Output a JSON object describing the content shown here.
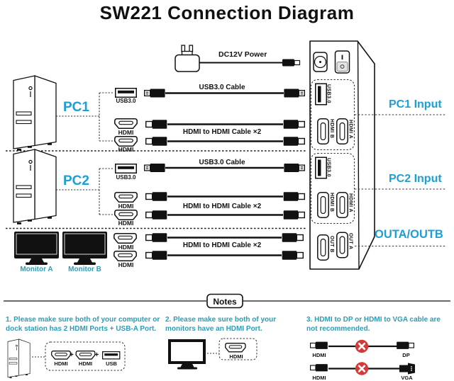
{
  "title": "SW221 Connection Diagram",
  "power": {
    "label": "DC12V Power"
  },
  "pc1": {
    "label": "PC1",
    "usb_port": "USB3.0",
    "hdmi_port_1": "HDMI",
    "hdmi_port_2": "HDMI"
  },
  "pc2": {
    "label": "PC2",
    "usb_port": "USB3.0",
    "hdmi_port_1": "HDMI",
    "hdmi_port_2": "HDMI"
  },
  "monitors": {
    "monitor_a": "Monitor A",
    "monitor_b": "Monitor B",
    "hdmi_port_1": "HDMI",
    "hdmi_port_2": "HDMI"
  },
  "cables": {
    "pc1_usb": "USB3.0 Cable",
    "pc1_hdmi": "HDMI to HDMI Cable ×2",
    "pc2_usb": "USB3.0 Cable",
    "pc2_hdmi": "HDMI to HDMI Cable ×2",
    "out_hdmi": "HDMI to HDMI Cable ×2"
  },
  "switch": {
    "pc1_input_label": "PC1 Input",
    "pc2_input_label": "PC2 Input",
    "out_label": "OUTA/OUTB",
    "pc1_ports": {
      "usb": "USB3.0",
      "hdmi_b": "HDMI B",
      "hdmi_a": "HDMI A"
    },
    "pc2_ports": {
      "usb": "USB3.0",
      "hdmi_b": "HDMI B",
      "hdmi_a": "HDMI A"
    },
    "out_ports": {
      "out_b": "OUT B",
      "out_a": "OUT A"
    }
  },
  "notes": {
    "header": "Notes",
    "note1": "1. Please make sure both of your computer or dock station has 2 HDMI Ports + USB-A Port.",
    "note2": "2. Please make sure both of your monitors have an HDMI Port.",
    "note3": "3. HDMI to DP or HDMI to VGA cable are not recommended.",
    "note1_ports": {
      "hdmi_1": "HDMI",
      "plus_1": "+",
      "hdmi_2": "HDMI",
      "plus_2": "+",
      "usb": "USB"
    },
    "note2_port": "HDMI",
    "bad_cable_1": {
      "left": "HDMI",
      "right": "DP"
    },
    "bad_cable_2": {
      "left": "HDMI",
      "right": "VGA"
    }
  },
  "colors": {
    "accent_blue": "#1e9fd4",
    "note_teal": "#2e9cb5",
    "error_red": "#d43a3a"
  }
}
